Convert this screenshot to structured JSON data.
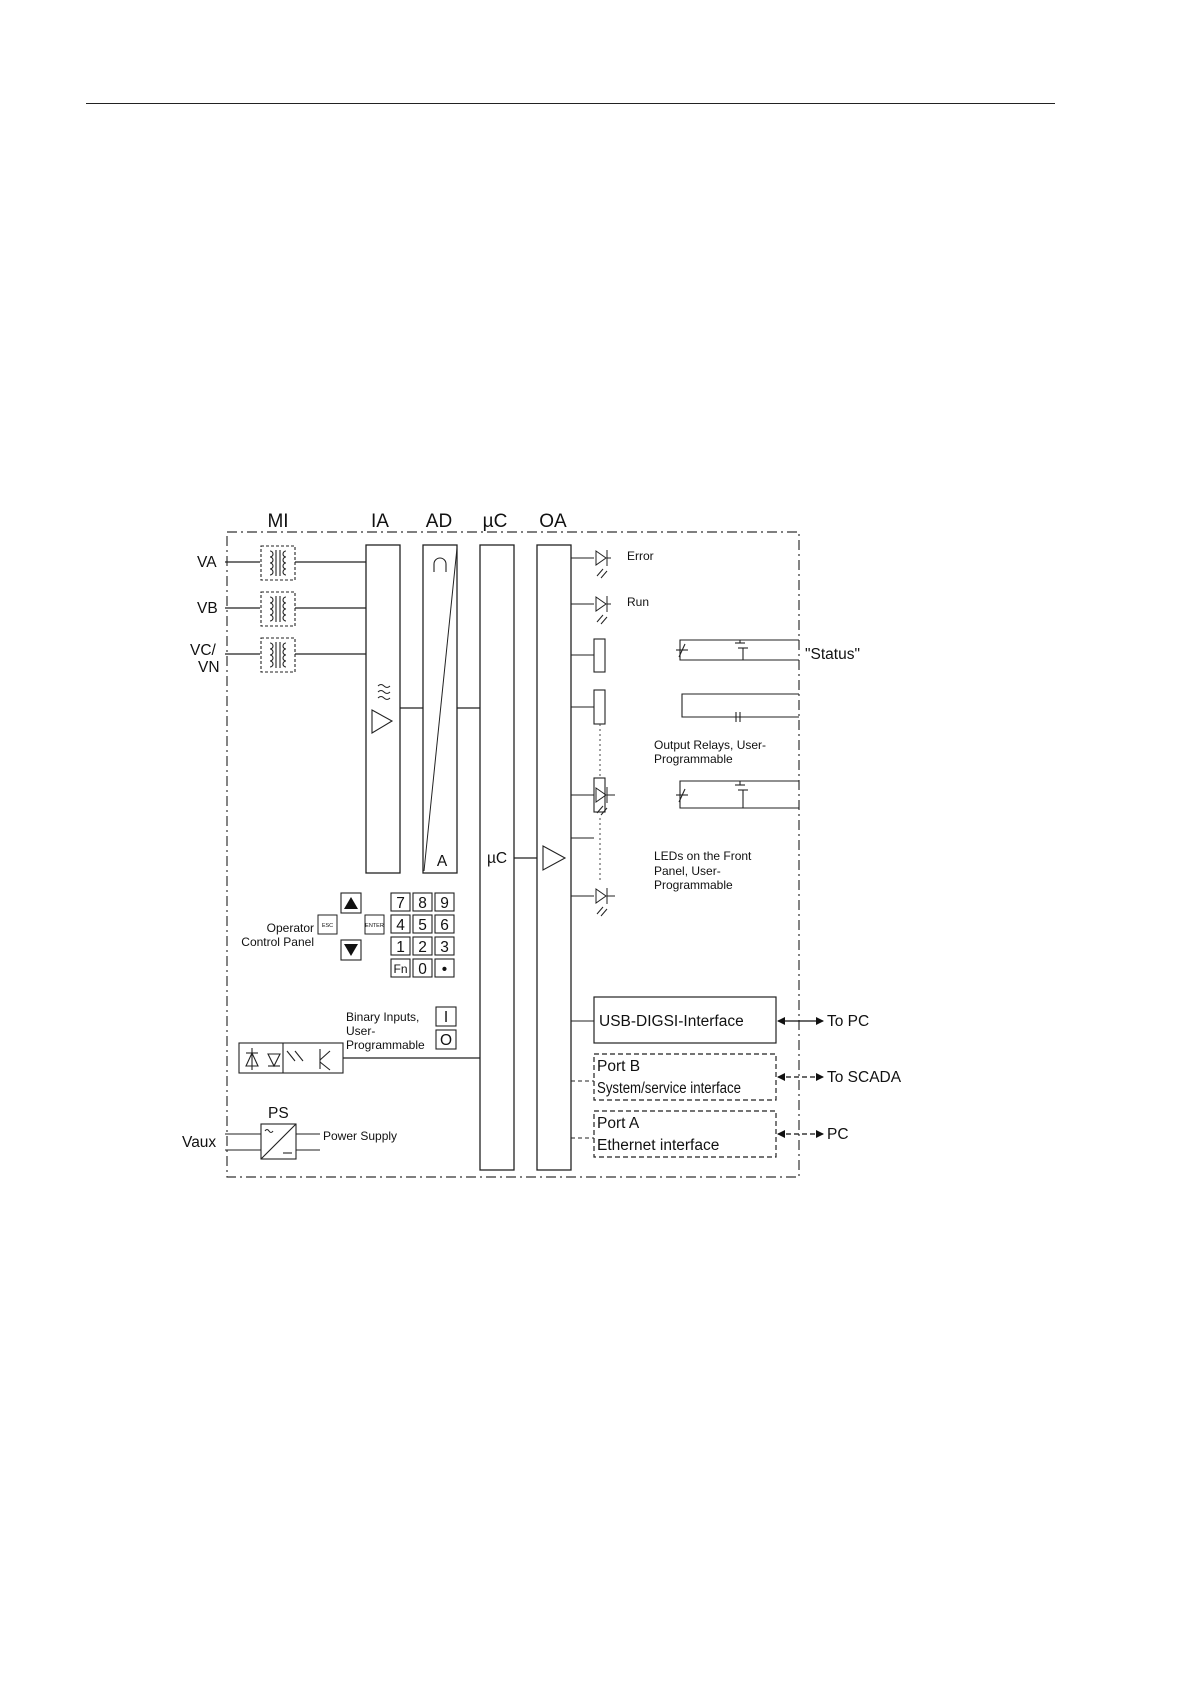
{
  "columns": {
    "mi": "MI",
    "ia": "IA",
    "ad": "AD",
    "uc": "µC",
    "oa": "OA"
  },
  "inputs": {
    "va": "VA",
    "vb": "VB",
    "vc_line1": "VC/",
    "vc_line2": "VN",
    "vaux": "Vaux"
  },
  "ad_block": {
    "label": "A"
  },
  "uc_block": {
    "label": "µC"
  },
  "leds": {
    "error": "Error",
    "run": "Run"
  },
  "relays": {
    "status": "\"Status\"",
    "label_line1": "Output Relays, User-",
    "label_line2": "Programmable"
  },
  "front_leds": {
    "label_line1": "LEDs on the Front",
    "label_line2": "Panel, User-",
    "label_line3": "Programmable"
  },
  "operator_panel": {
    "label_line1": "Operator",
    "label_line2": "Control Panel",
    "esc_key": "ESC",
    "enter_key": "ENTER",
    "keys": [
      "7",
      "8",
      "9",
      "4",
      "5",
      "6",
      "1",
      "2",
      "3",
      "Fn",
      "0",
      "•"
    ]
  },
  "binary_inputs": {
    "label_line1": "Binary Inputs,",
    "label_line2": "User-",
    "label_line3": "Programmable",
    "key_i": "I",
    "key_o": "O"
  },
  "power_supply": {
    "ps_label": "PS",
    "label": "Power Supply"
  },
  "interfaces": {
    "usb": "USB-DIGSI-Interface",
    "port_b_title": "Port B",
    "port_b_desc": "System/service interface",
    "port_a_title": "Port A",
    "port_a_desc": "Ethernet interface",
    "to_pc": "To PC",
    "to_scada": "To SCADA",
    "pc": "PC"
  }
}
